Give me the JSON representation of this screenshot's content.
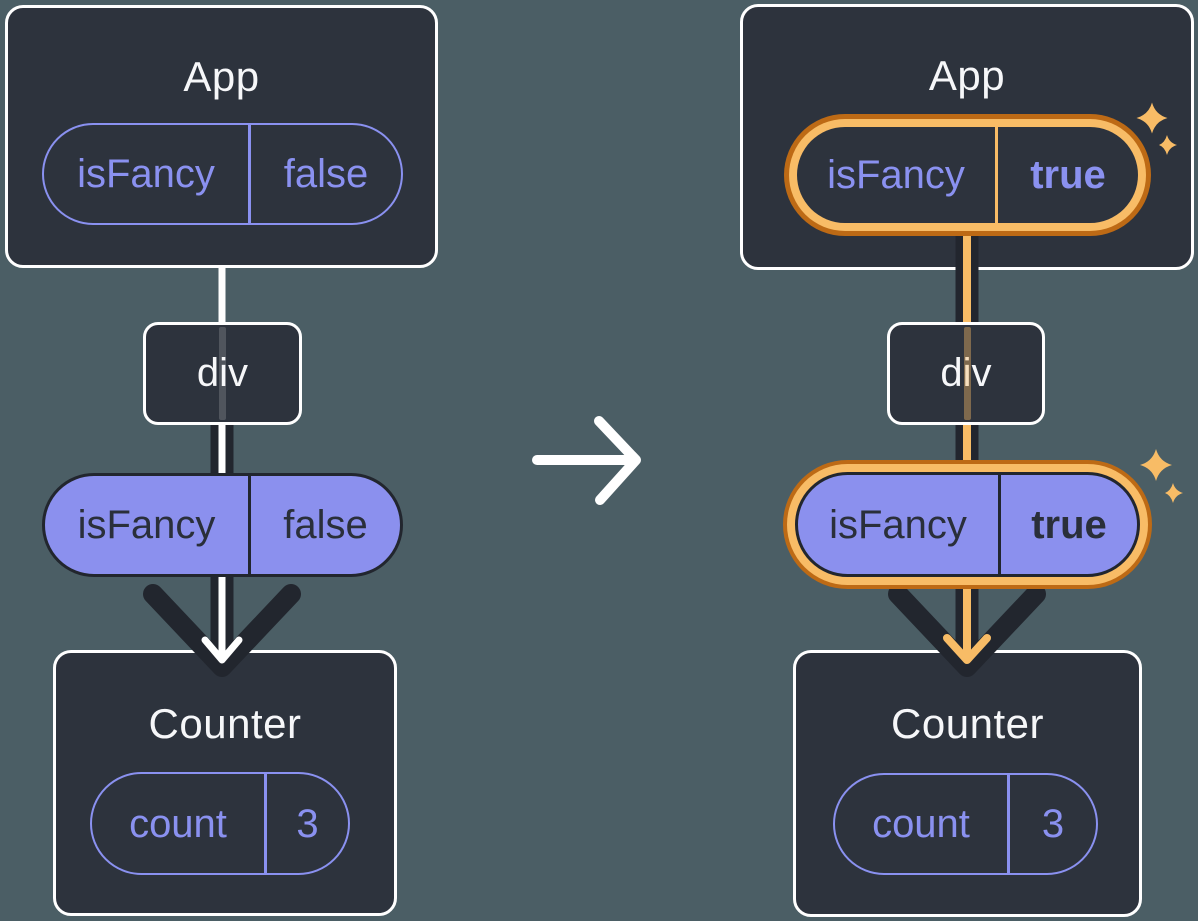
{
  "colors": {
    "background": "#4B5E65",
    "card_fill": "#2D333D",
    "card_border": "#FFFFFF",
    "purple_accent": "#8A91F0",
    "purple_pill_fill": "#8B90EE",
    "ink_dark": "#22262E",
    "title_text": "#F6F7F9",
    "dark_pill_text": "#2A2F3A",
    "highlight_orange_light": "#F8BC66",
    "highlight_orange_dark": "#BD6A15",
    "arrow_white": "#FFFFFF"
  },
  "before": {
    "app": {
      "title": "App",
      "prop": {
        "name": "isFancy",
        "value": "false"
      }
    },
    "div": {
      "title": "div"
    },
    "passed_prop": {
      "name": "isFancy",
      "value": "false"
    },
    "counter": {
      "title": "Counter",
      "state": {
        "name": "count",
        "value": "3"
      }
    }
  },
  "after": {
    "app": {
      "title": "App",
      "prop": {
        "name": "isFancy",
        "value": "true"
      }
    },
    "div": {
      "title": "div"
    },
    "passed_prop": {
      "name": "isFancy",
      "value": "true"
    },
    "counter": {
      "title": "Counter",
      "state": {
        "name": "count",
        "value": "3"
      }
    }
  },
  "icons": {
    "transition_arrow": "right-arrow",
    "sparkle": "four-point-star"
  }
}
